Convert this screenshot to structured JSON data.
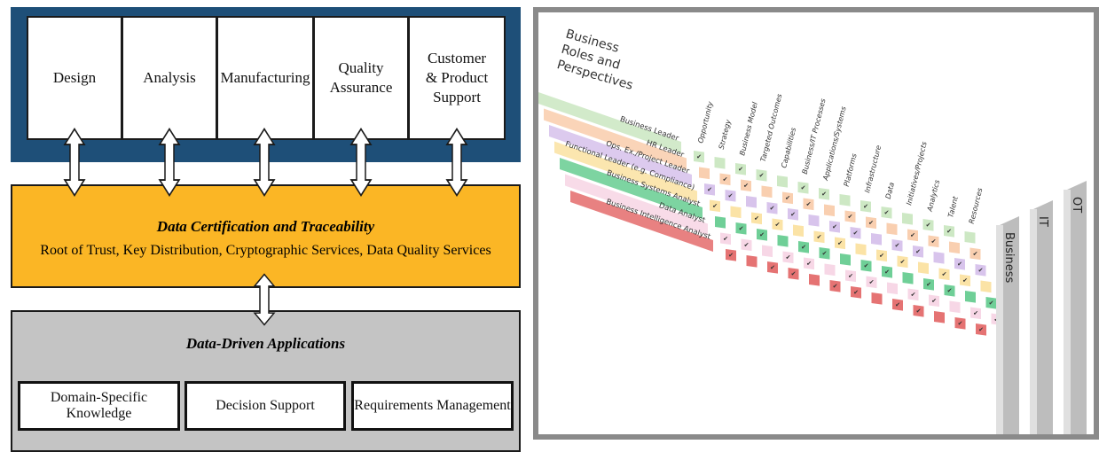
{
  "left_diagram": {
    "functions": [
      "Design",
      "Analysis",
      "Manufacturing",
      "Quality Assurance",
      "Customer & Product Support"
    ],
    "trust_layer": {
      "title": "Data Certification and Traceability",
      "subtitle": "Root of Trust, Key Distribution, Cryptographic Services, Data Quality Services"
    },
    "apps_layer": {
      "title": "Data-Driven Applications",
      "components": [
        "Domain-Specific Knowledge",
        "Decision Support",
        "Requirements Management"
      ]
    },
    "colors": {
      "navy": "#1e4f78",
      "gold": "#fbb625",
      "gray": "#c4c4c4"
    }
  },
  "right_diagram": {
    "heading_lines": [
      "Business",
      "Roles and",
      "Perspectives"
    ],
    "roles": [
      {
        "name": "Business Leader",
        "color": "#cde8c4"
      },
      {
        "name": "HR Leader",
        "color": "#f9cfb0"
      },
      {
        "name": "Ops. Ex./Project Leader",
        "color": "#d8c4ec"
      },
      {
        "name": "Functional Leader (e.g. Compliance)",
        "color": "#fbe3a6"
      },
      {
        "name": "Business Systems Analyst",
        "color": "#6fcf97"
      },
      {
        "name": "Data Analyst",
        "color": "#f7d7e6"
      },
      {
        "name": "Business Intelligence Analyst",
        "color": "#e57373"
      }
    ],
    "perspectives": [
      "Opportunity",
      "Strategy",
      "Business Model",
      "Targeted Outcomes",
      "Capabilities",
      "Business/IT Processes",
      "Applications/Systems",
      "Platforms",
      "Infrastructure",
      "Data",
      "Initiatives/Projects",
      "Analytics",
      "Talent",
      "Resources"
    ],
    "layers": [
      "Business",
      "IT",
      "OT"
    ],
    "check_mark": "✔"
  }
}
